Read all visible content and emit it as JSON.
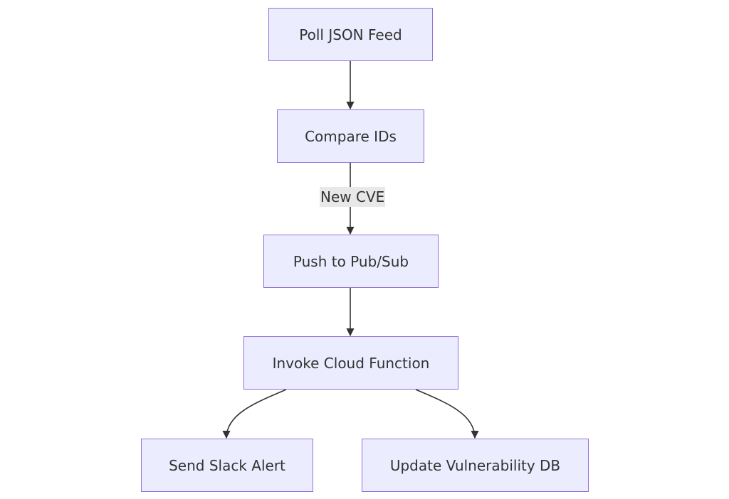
{
  "diagram": {
    "type": "flowchart",
    "direction": "top-down",
    "colors": {
      "node_fill": "#ececff",
      "node_border": "#9370db",
      "edge": "#333333",
      "text": "#333333",
      "edge_label_bg": "#e8e8e8"
    },
    "nodes": {
      "poll": "Poll JSON Feed",
      "compare": "Compare IDs",
      "push": "Push to Pub/Sub",
      "invoke": "Invoke Cloud Function",
      "slack": "Send Slack Alert",
      "vuln": "Update Vulnerability DB"
    },
    "edges": [
      {
        "from": "poll",
        "to": "compare",
        "label": ""
      },
      {
        "from": "compare",
        "to": "push",
        "label": "New CVE"
      },
      {
        "from": "push",
        "to": "invoke",
        "label": ""
      },
      {
        "from": "invoke",
        "to": "slack",
        "label": ""
      },
      {
        "from": "invoke",
        "to": "vuln",
        "label": ""
      }
    ],
    "edge_label": "New CVE"
  }
}
